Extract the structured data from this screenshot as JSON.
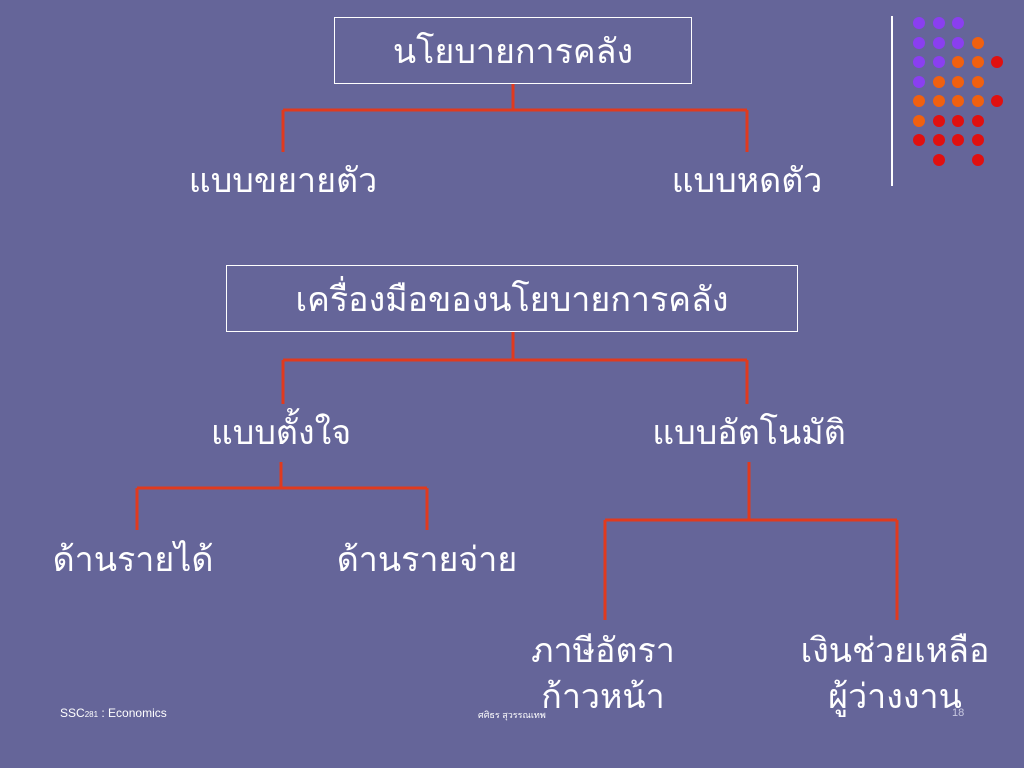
{
  "diagram": {
    "top_box": "นโยบายการคลัง",
    "top_children": [
      "แบบขยายตัว",
      "แบบหดตัว"
    ],
    "tools_box": "เครื่องมือของนโยบายการคลัง",
    "tools_children": [
      "แบบตั้งใจ",
      "แบบอัตโนมัติ"
    ],
    "discretionary_children": [
      "ด้านรายได้",
      "ด้านรายจ่าย"
    ],
    "automatic_children": [
      {
        "line1": "ภาษีอัตรา",
        "line2": "ก้าวหน้า"
      },
      {
        "line1": "เงินช่วยเหลือ",
        "line2": "ผู้ว่างงาน"
      }
    ]
  },
  "footer": {
    "course_prefix": "SSC",
    "course_num": "281",
    "course_suffix": " : Economics",
    "author": "ศศิธร สุวรรณเทพ",
    "page": "18"
  },
  "colors": {
    "background": "#656599",
    "connector": "#e03a1e",
    "dot_purple": "#8a3ff0",
    "dot_orange": "#f06010",
    "dot_red": "#e01010"
  }
}
